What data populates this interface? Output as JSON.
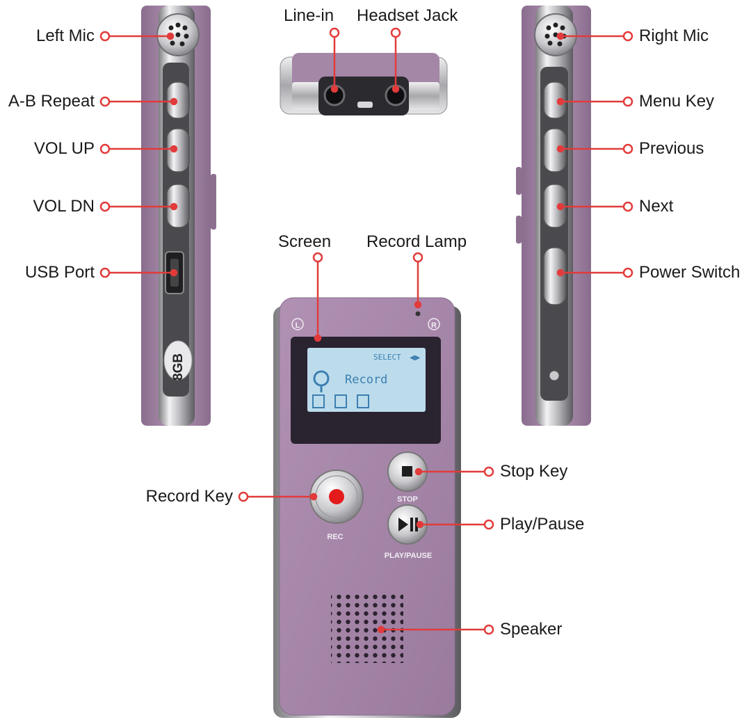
{
  "labels": {
    "left_mic": "Left Mic",
    "ab_repeat": "A-B Repeat",
    "vol_up": "VOL UP",
    "vol_dn": "VOL DN",
    "usb_port": "USB Port",
    "line_in": "Line-in",
    "headset_jack": "Headset Jack",
    "right_mic": "Right Mic",
    "menu_key": "Menu Key",
    "previous": "Previous",
    "next": "Next",
    "power_switch": "Power Switch",
    "screen": "Screen",
    "record_lamp": "Record Lamp",
    "stop_key": "Stop Key",
    "record_key": "Record Key",
    "play_pause": "Play/Pause",
    "speaker": "Speaker"
  },
  "device_text": {
    "capacity": "8GB",
    "left_mark": "L",
    "right_mark": "R",
    "lcd_select": "SELECT",
    "lcd_mode": "Record",
    "stop": "STOP",
    "rec": "REC",
    "play_pause": "PLAY/PAUSE"
  },
  "colors": {
    "body": "#a483a6",
    "body_dark": "#7f6282",
    "chrome": "#d7d7d9",
    "callout": "#e23b3b",
    "record_button": "#e41b1b",
    "lcd_bg": "#bcdcec"
  }
}
